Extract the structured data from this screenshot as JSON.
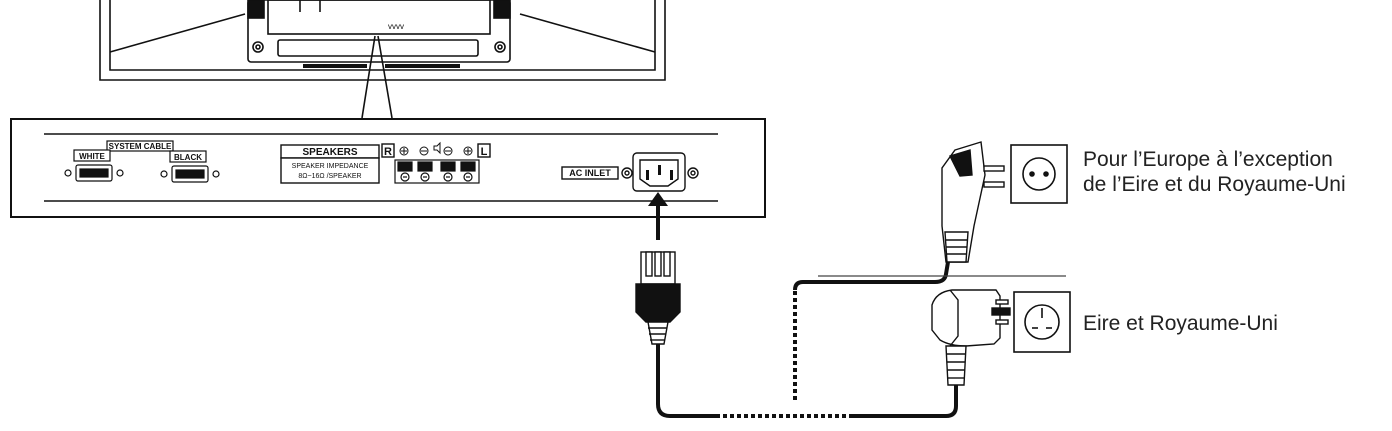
{
  "panel": {
    "system_cable": "SYSTEM CABLE",
    "white": "WHITE",
    "black": "BLACK",
    "speakers_title": "SPEAKERS",
    "speaker_impedance": "SPEAKER IMPEDANCE",
    "impedance_range": "8Ω~16Ω /SPEAKER",
    "right": "R",
    "left": "L",
    "ac_inlet": "AC INLET"
  },
  "plugs": {
    "europe_line1": "Pour l’Europe à l’exception",
    "europe_line2": "de l’Eire et du Royaume-Uni",
    "uk": "Eire et Royaume-Uni"
  }
}
